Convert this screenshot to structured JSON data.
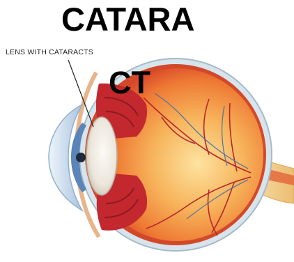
{
  "title": {
    "line1": "CATARA",
    "line2": "CT"
  },
  "callout": {
    "label": "LENS WITH CATARACTS"
  },
  "colors": {
    "sclera": "#d9e6ee",
    "choroid": "#e46a35",
    "retina": "#f6b15a",
    "lens": "#f1ede6",
    "cornea": "#bcd3e6",
    "iris": "#5b84b8",
    "muscle": "#c3282e",
    "optic_nerve": "#f2ce8c"
  }
}
